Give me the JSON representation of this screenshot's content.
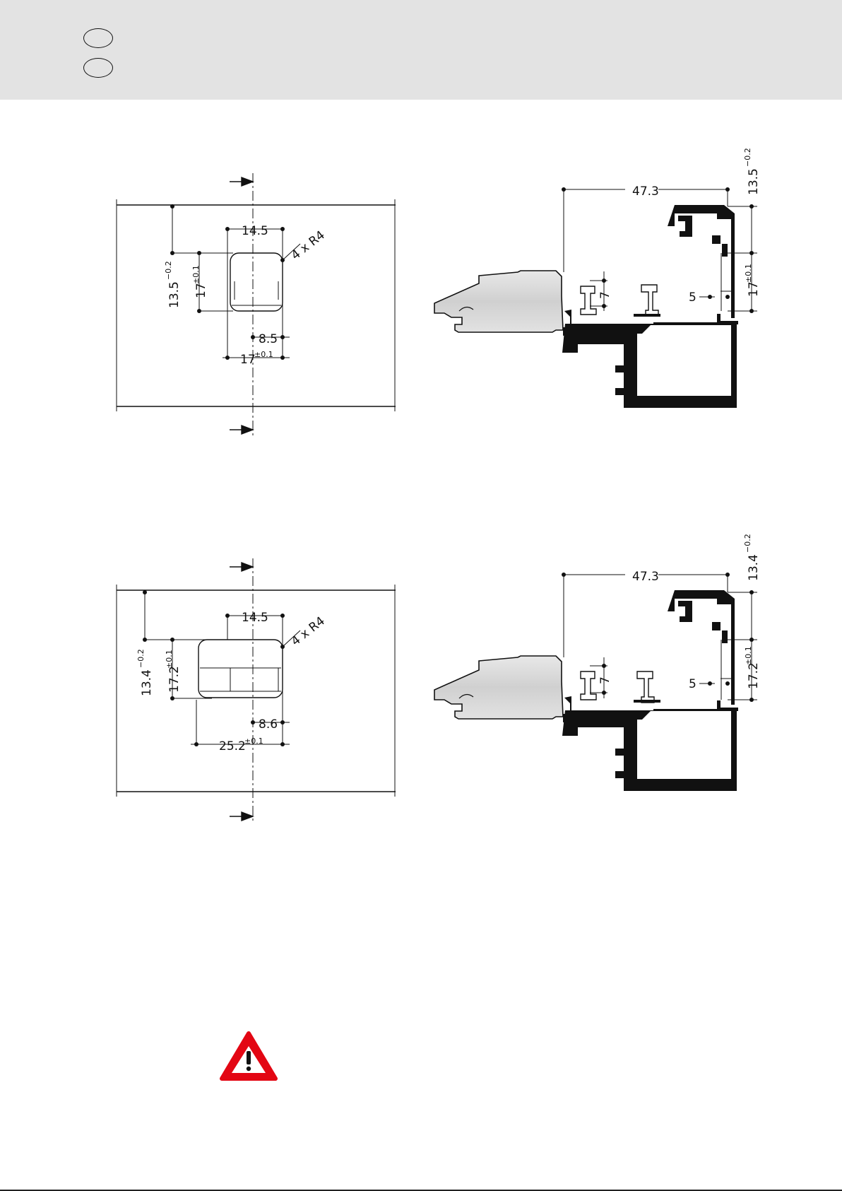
{
  "header": {
    "lang_icons": [
      "language-circle-icon",
      "language-circle-icon"
    ]
  },
  "drawing_top": {
    "dims": {
      "top_width": "14.5",
      "radius": "4 x R4",
      "left_offset": "13.5",
      "left_offset_tol": "−0.2",
      "left_height": "17",
      "left_height_tol": "±0.1",
      "half_width": "8.5",
      "bottom_width": "17",
      "bottom_width_tol": "±0.1"
    },
    "section": {
      "length": "47.3",
      "right_offset": "13.5",
      "right_offset_tol": "−0.2",
      "groove": "7",
      "gap": "5",
      "right_height": "17",
      "right_height_tol": "±0.1"
    }
  },
  "drawing_bottom": {
    "dims": {
      "top_width": "14.5",
      "radius": "4 x R4",
      "left_offset": "13.4",
      "left_offset_tol": "−0.2",
      "left_height": "17.2",
      "left_height_tol": "±0.1",
      "half_width": "8.6",
      "bottom_width": "25.2",
      "bottom_width_tol": "±0.1"
    },
    "section": {
      "length": "47.3",
      "right_offset": "13.4",
      "right_offset_tol": "−0.2",
      "groove": "7",
      "gap": "5",
      "right_height": "17.2",
      "right_height_tol": "±0.1"
    }
  },
  "warning": {
    "icon": "warning-triangle-icon",
    "color": "#e30613"
  }
}
